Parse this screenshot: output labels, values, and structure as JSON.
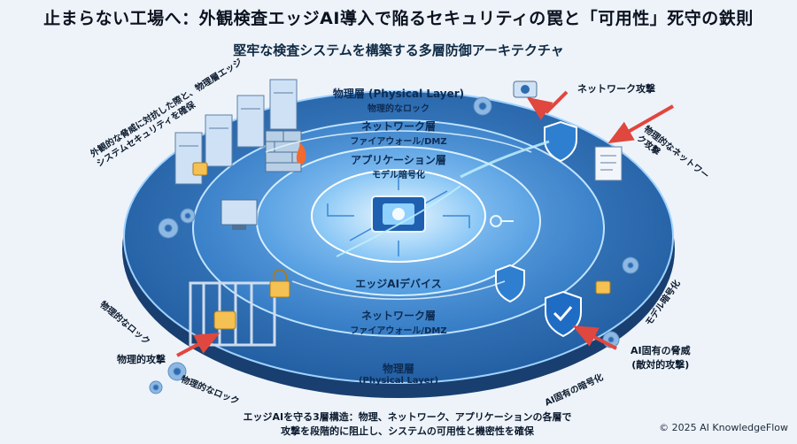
{
  "title": "止まらない工場へ：外観検査エッジAI導入で陥るセキュリティの罠と「可用性」死守の鉄則",
  "subtitle": "堅牢な検査システムを構築する多層防御アーキテクチャ",
  "rings": {
    "physical_top": {
      "name": "物理層 (Physical Layer)",
      "desc": "物理的なロック"
    },
    "network_top": {
      "name": "ネットワーク層",
      "desc": "ファイアウォール/DMZ"
    },
    "application_top": {
      "name": "アプリケーション層",
      "desc": "モデル暗号化"
    },
    "edge": {
      "name": "エッジAIデバイス"
    },
    "network_bottom": {
      "name": "ネットワーク層",
      "desc": "ファイアウォール/DMZ"
    },
    "physical_bottom": {
      "name": "物理層",
      "desc": "(Physical Layer)"
    }
  },
  "annotations": {
    "top_left": "外観的な脅威に対抗した際と、物理層エッジシステムセキュリティを確保",
    "top_right_attack": "ネットワーク攻撃",
    "right_upper": "物理的なネットワーク攻撃",
    "right_middle": "モデル暗号化",
    "ai_threat_line1": "AI固有の脅威",
    "ai_threat_line2": "(敵対的攻撃)",
    "bottom_right": "AI固有の暗号化",
    "left_middle": "物理的なロック",
    "physical_attack": "物理的攻撃",
    "bottom_left": "物理的なロック"
  },
  "footer": {
    "line1": "エッジAIを守る3層構造：物理、ネットワーク、アプリケーションの各層で",
    "line2": "攻撃を段階的に阻止し、システムの可用性と機密性を確保"
  },
  "copyright": "© 2025 AI KnowledgeFlow",
  "colors": {
    "outer_ring": "#2d6cb3",
    "mid_ring": "#3f86d0",
    "inner_ring": "#5aa6ea",
    "core": "#a9dbff",
    "attack_arrow": "#e0473e"
  }
}
